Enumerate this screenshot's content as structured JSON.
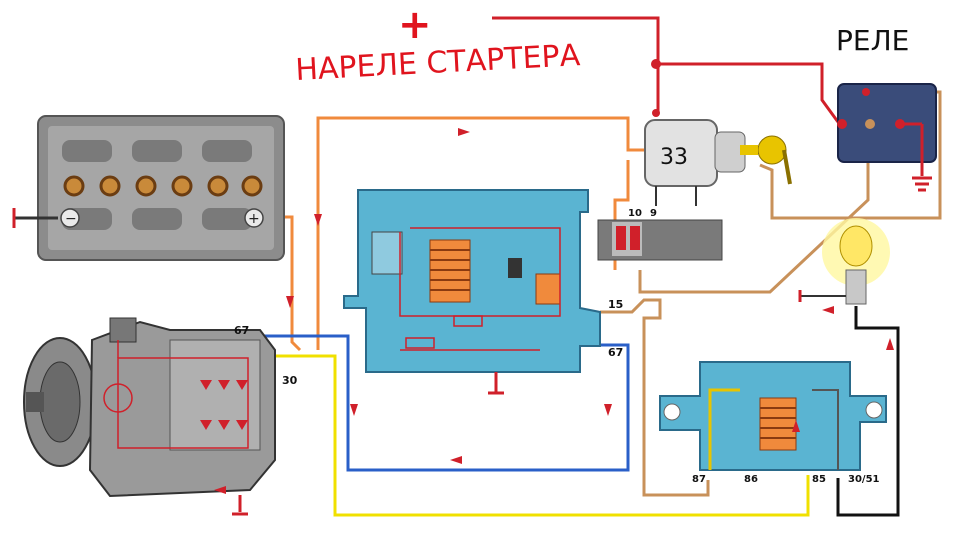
{
  "annotations": {
    "plus": "+",
    "to_starter_relay": "НАРЕЛЕ СТАРТЕРА",
    "relay": "РЕЛЕ",
    "switch_number": "33"
  },
  "terminals": {
    "battery_minus": "−",
    "battery_plus": "+",
    "alt_67": "67",
    "alt_30": "30",
    "reg_15": "15",
    "reg_67": "67",
    "ign_10": "10",
    "ign_9": "9",
    "relay_87": "87",
    "relay_86": "86",
    "relay_85": "85",
    "relay_30_51": "30/51"
  },
  "colors": {
    "orange_wire": "#f08a3c",
    "red_wire": "#d0202a",
    "blue_wire": "#2a5fc8",
    "yellow_wire": "#f0e000",
    "brown_wire": "#c8915a",
    "black_wire": "#111111",
    "housing_blue": "#5ab4d2"
  }
}
